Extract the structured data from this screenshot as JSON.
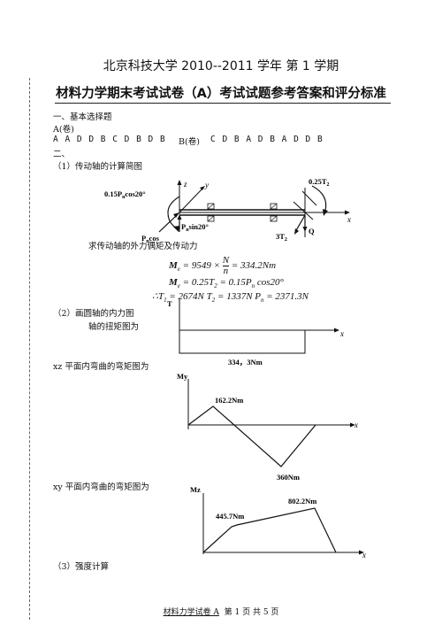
{
  "header": {
    "title_line1": "北京科技大学 2010--2011 学年 第 1 学期",
    "title_line2": "材料力学期末考试试卷（A）考试试题参考答案和评分标准"
  },
  "section1": {
    "heading": "一、基本选择题",
    "sub": "A(卷)",
    "answers_a": "A A D D B  C D B D B",
    "b_label": "B(卷)",
    "answers_b": "C D B A D  B A D D B"
  },
  "section2": {
    "heading": "二、",
    "item1": "（1）传动轴的计算简图",
    "item1_desc": "求传动轴的外力偶矩及传动力",
    "item2": "（2）画圆轴的内力图",
    "item2_torque": "轴的扭矩图为",
    "item2_xz": "xz 平面内弯曲的弯矩图为",
    "item2_xy": "xy 平面内弯曲的弯矩图为",
    "item3": "（3）强度计算"
  },
  "diagram1": {
    "label_z": "z",
    "label_y": "y",
    "label_x": "x",
    "load_left": "0.15P",
    "load_left_sub": "n",
    "load_left_tail": "cos20°",
    "load_right": "0.25T",
    "load_right_sub": "2",
    "label_pn_cos": "P",
    "label_pn_cos_sub": "n",
    "label_pn_cos_tail": "cos",
    "label_pn_sin": "P",
    "label_pn_sin_sub": "n",
    "label_pn_sin_tail": "sin20°",
    "label_3t2": "3T",
    "label_3t2_sub": "2",
    "label_q": "Q"
  },
  "equations": {
    "eq1_lhs": "M",
    "eq1_sub": "e",
    "eq1_mid": " = 9549 × ",
    "eq1_num": "N",
    "eq1_den": "n",
    "eq1_rhs": " = 334.2Nm",
    "eq2": "M",
    "eq2_sub": "e",
    "eq2_rhs": " = 0.25T",
    "eq2_sub2": "2",
    "eq2_rhs2": " = 0.15P",
    "eq2_sub3": "n",
    "eq2_rhs3": " cos20°",
    "eq3": "∴T",
    "eq3_s1": "1",
    "eq3_v1": " = 2674N   T",
    "eq3_s2": "2",
    "eq3_v2": " = 1337N   P",
    "eq3_s3": "n",
    "eq3_v3": " = 2371.3N"
  },
  "torque_diagram": {
    "axis_t": "T",
    "axis_x": "x",
    "value_label": "334，3Nm"
  },
  "my_diagram": {
    "axis": "My",
    "axis_x": "x",
    "peak_label": "162.2Nm",
    "min_label": "360Nm"
  },
  "mz_diagram": {
    "axis": "Mz",
    "axis_x": "x",
    "label_a": "445.7Nm",
    "label_b": "802.2Nm"
  },
  "footer": {
    "exam": "材料力学试卷 A",
    "page": "第 1 页 共 5 页"
  }
}
